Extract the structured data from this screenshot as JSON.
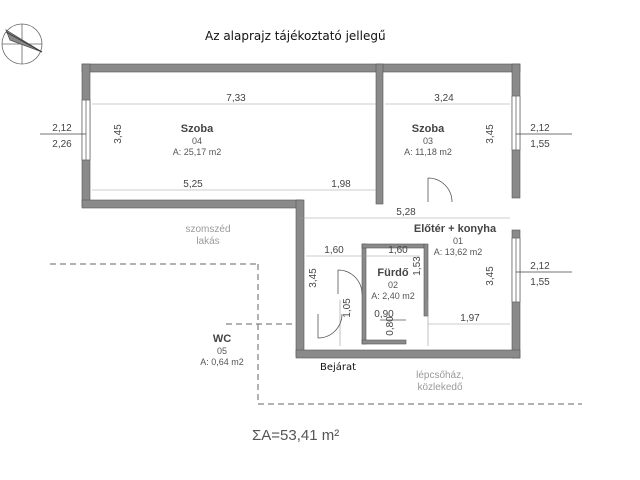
{
  "header": {
    "note": "Az alaprajz tájékoztató jellegű"
  },
  "rooms": {
    "szoba_04": {
      "name": "Szoba",
      "number": "04",
      "area": "A: 25,17 m2"
    },
    "szoba_03": {
      "name": "Szoba",
      "number": "03",
      "area": "A: 11,18 m2"
    },
    "eloter": {
      "name": "Előtér + konyha",
      "number": "01",
      "area": "A: 13,62 m2"
    },
    "furdo": {
      "name": "Fürdő",
      "number": "02",
      "area": "A: 2,40 m2"
    },
    "wc": {
      "name": "WC",
      "number": "05",
      "area": "A: 0,64 m2"
    }
  },
  "neighbors": {
    "szomszed_line1": "szomszéd",
    "szomszed_line2": "lakás",
    "lepcsohaz_line1": "lépcsőház,",
    "lepcsohaz_line2": "közlekedő"
  },
  "dimensions": {
    "w733": "7,33",
    "w324": "3,24",
    "h345_left": "3,45",
    "h345_right": "3,45",
    "w525": "5,25",
    "w198": "1,98",
    "w528": "5,28",
    "w160_a": "1,60",
    "w160_b": "1,60",
    "h345_mid": "3,45",
    "h345_east": "3,45",
    "h153": "1,53",
    "w105": "1,05",
    "w090": "0,90",
    "w080": "0,80",
    "w197": "1,97",
    "win_left_top": "2,12",
    "win_left_bot": "2,26",
    "win_right1_top": "2,12",
    "win_right1_bot": "1,55",
    "win_right2_top": "2,12",
    "win_right2_bot": "1,55"
  },
  "entrance": {
    "label": "Bejárat"
  },
  "total_area": "ΣA=53,41 m²",
  "icons": {
    "north": "north-arrow-icon"
  }
}
